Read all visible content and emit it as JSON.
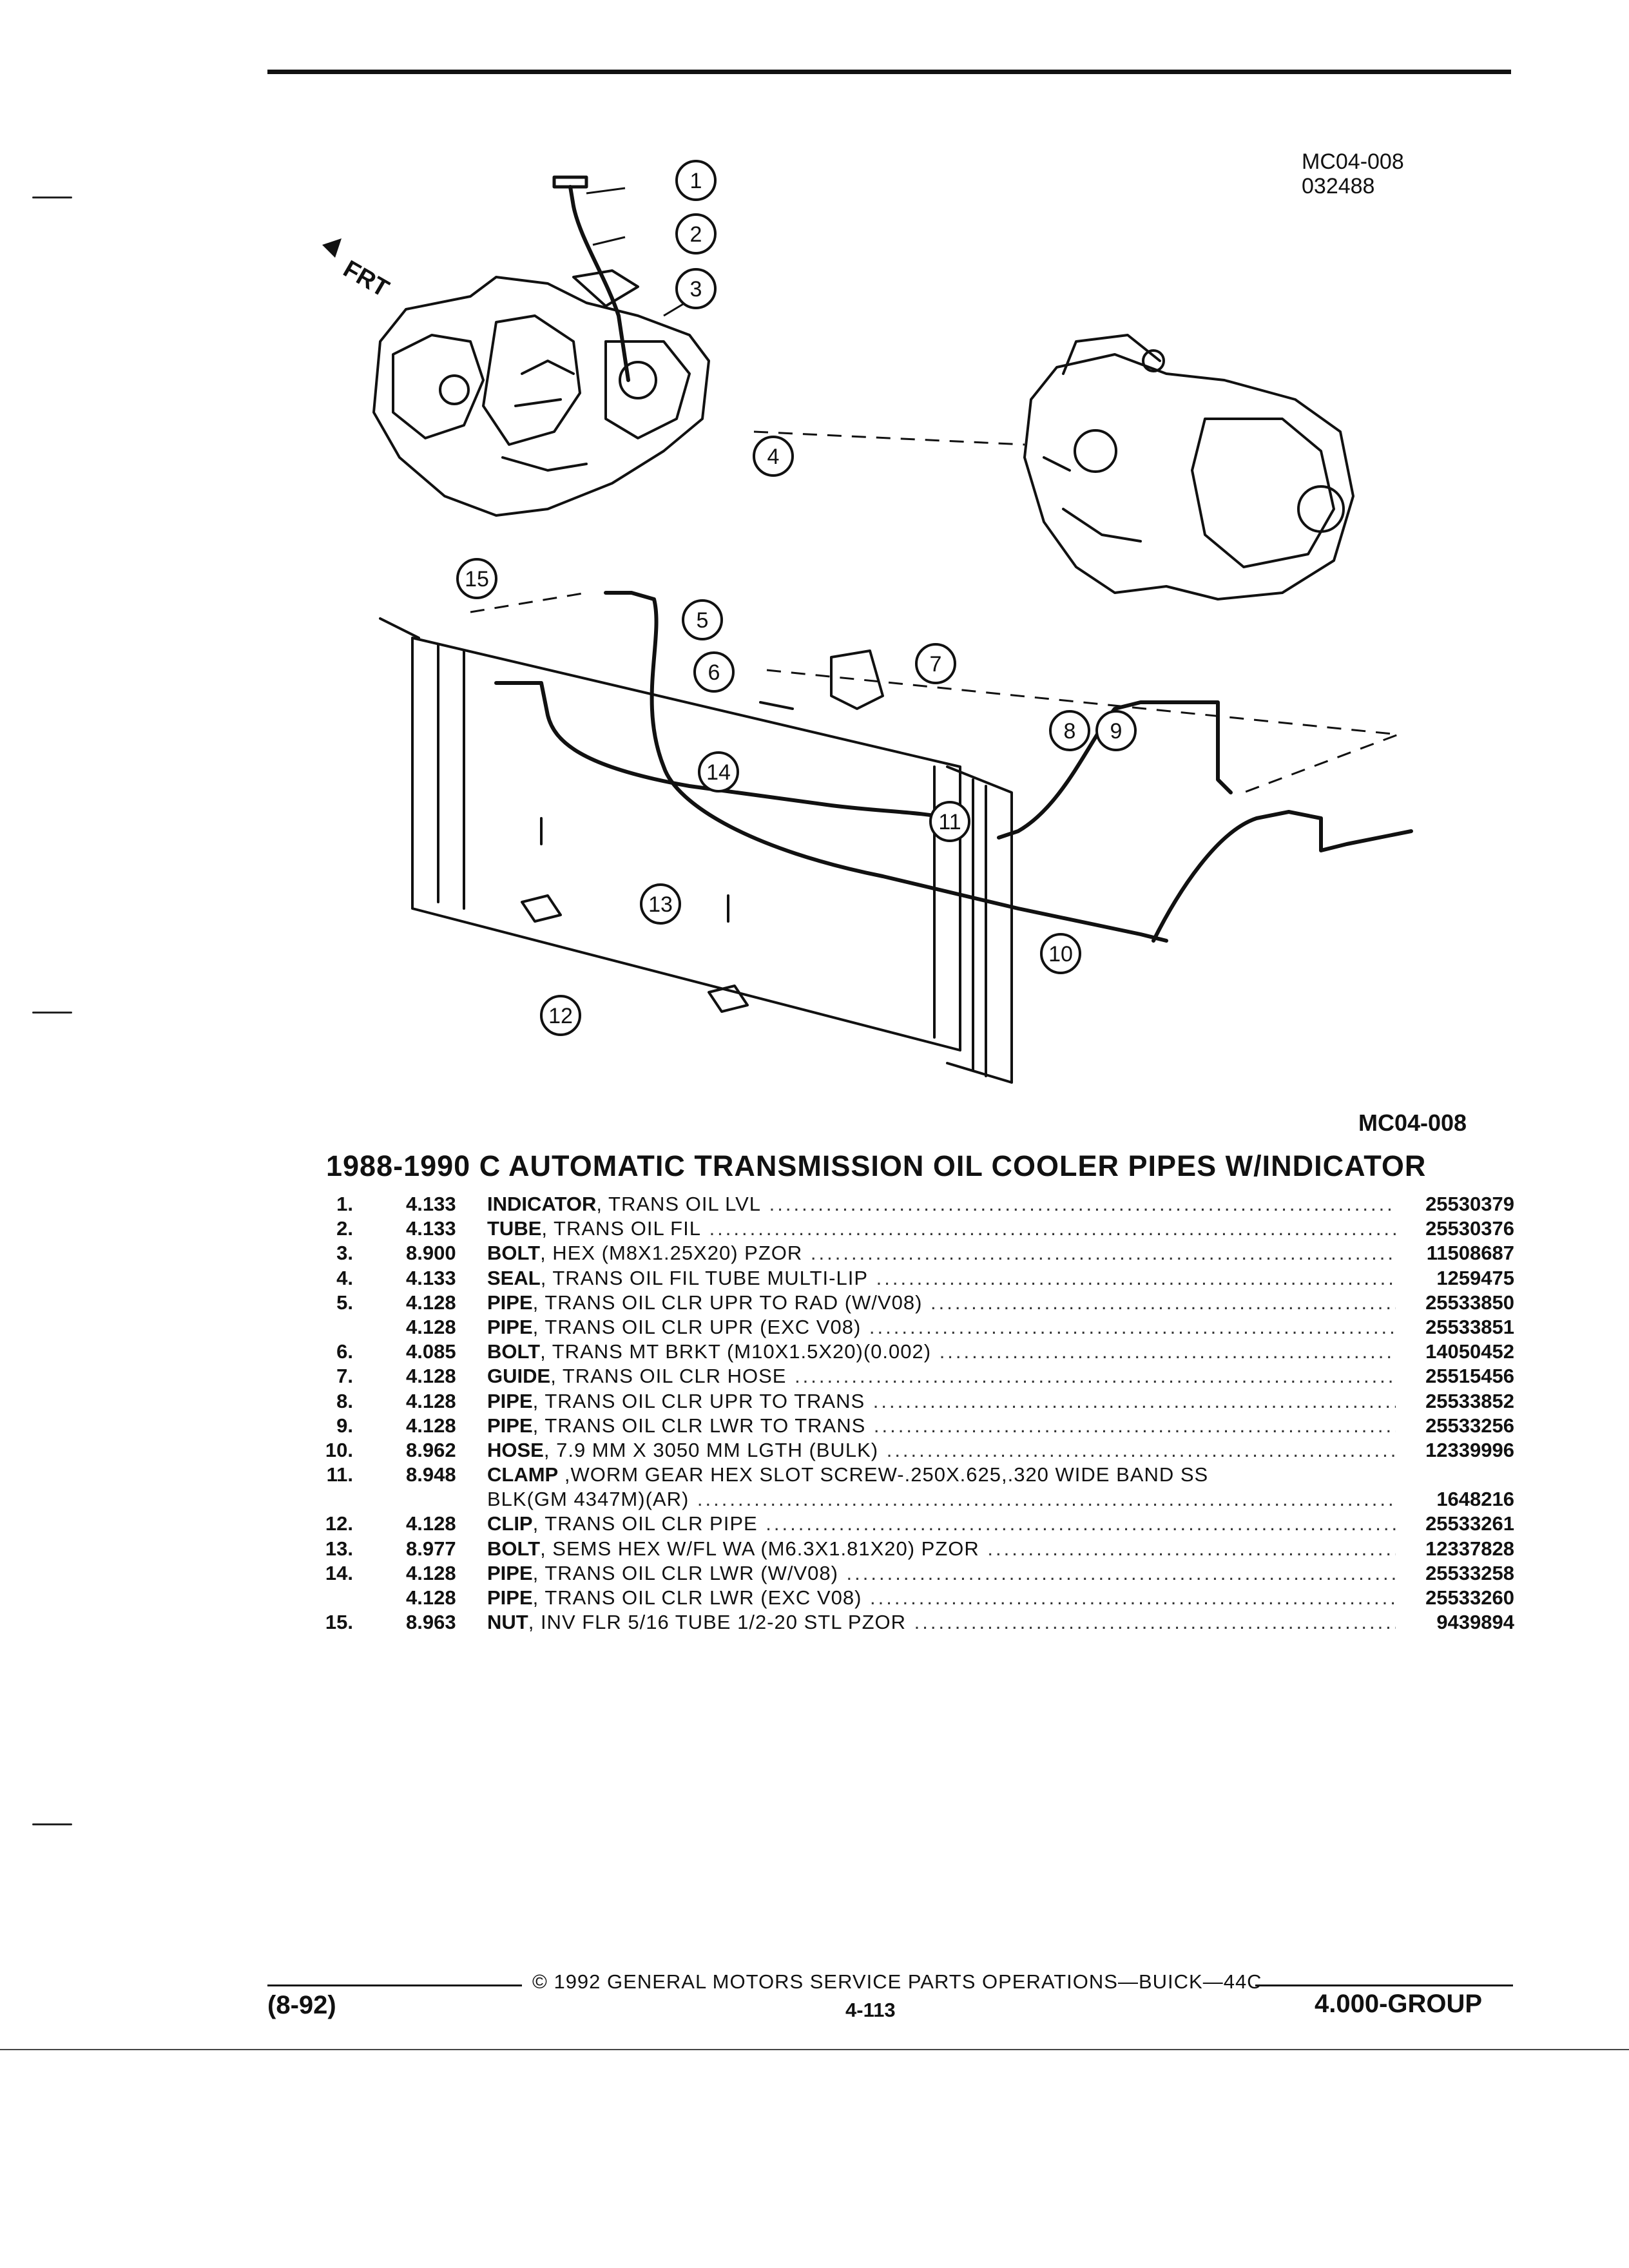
{
  "figure": {
    "id": "MC04-008",
    "date_code": "032488",
    "caption_id": "MC04-008",
    "front_label": "FRT",
    "callouts": [
      "1",
      "2",
      "3",
      "4",
      "5",
      "6",
      "7",
      "8",
      "9",
      "10",
      "11",
      "12",
      "13",
      "14",
      "15"
    ]
  },
  "section_title": "1988-1990 C AUTOMATIC TRANSMISSION OIL COOLER PIPES W/INDICATOR",
  "parts": [
    {
      "no": "1.",
      "group": "4.133",
      "name": "INDICATOR",
      "detail": ", TRANS OIL LVL",
      "part": "25530379"
    },
    {
      "no": "2.",
      "group": "4.133",
      "name": "TUBE",
      "detail": ", TRANS OIL FIL",
      "part": "25530376"
    },
    {
      "no": "3.",
      "group": "8.900",
      "name": "BOLT",
      "detail": ", HEX (M8X1.25X20) PZOR",
      "part": "11508687"
    },
    {
      "no": "4.",
      "group": "4.133",
      "name": "SEAL",
      "detail": ", TRANS OIL FIL TUBE MULTI-LIP",
      "part": "1259475"
    },
    {
      "no": "5.",
      "group": "4.128",
      "name": "PIPE",
      "detail": ", TRANS OIL CLR UPR TO RAD (W/V08)",
      "part": "25533850"
    },
    {
      "no": "",
      "group": "4.128",
      "name": "PIPE",
      "detail": ", TRANS OIL CLR UPR (EXC V08)",
      "part": "25533851"
    },
    {
      "no": "6.",
      "group": "4.085",
      "name": "BOLT",
      "detail": ", TRANS MT BRKT (M10X1.5X20)(0.002)",
      "part": "14050452"
    },
    {
      "no": "7.",
      "group": "4.128",
      "name": "GUIDE",
      "detail": ", TRANS OIL CLR HOSE",
      "part": "25515456"
    },
    {
      "no": "8.",
      "group": "4.128",
      "name": "PIPE",
      "detail": ", TRANS OIL CLR UPR TO TRANS",
      "part": "25533852"
    },
    {
      "no": "9.",
      "group": "4.128",
      "name": "PIPE",
      "detail": ", TRANS OIL CLR LWR TO TRANS",
      "part": "25533256"
    },
    {
      "no": "10.",
      "group": "8.962",
      "name": "HOSE",
      "detail": ", 7.9 MM X 3050 MM LGTH (BULK)",
      "part": "12339996"
    },
    {
      "no": "11.",
      "group": "8.948",
      "name": "CLAMP",
      "detail": " ,WORM GEAR HEX SLOT SCREW-.250X.625,.320 WIDE BAND SS",
      "part": ""
    },
    {
      "no": "",
      "group": "",
      "name": "",
      "detail": "BLK(GM 4347M)(AR)",
      "part": "1648216"
    },
    {
      "no": "12.",
      "group": "4.128",
      "name": "CLIP",
      "detail": ", TRANS OIL CLR PIPE",
      "part": "25533261"
    },
    {
      "no": "13.",
      "group": "8.977",
      "name": "BOLT",
      "detail": ", SEMS HEX W/FL WA (M6.3X1.81X20) PZOR",
      "part": "12337828"
    },
    {
      "no": "14.",
      "group": "4.128",
      "name": "PIPE",
      "detail": ", TRANS OIL CLR LWR (W/V08)",
      "part": "25533258"
    },
    {
      "no": "",
      "group": "4.128",
      "name": "PIPE",
      "detail": ", TRANS OIL CLR LWR (EXC V08)",
      "part": "25533260"
    },
    {
      "no": "15.",
      "group": "8.963",
      "name": "NUT",
      "detail": ", INV FLR 5/16 TUBE 1/2-20 STL PZOR",
      "part": "9439894"
    }
  ],
  "footer": {
    "copyright": "© 1992 GENERAL MOTORS SERVICE PARTS OPERATIONS—BUICK—44C",
    "page": "4-113",
    "date": "(8-92)",
    "group": "4.000-GROUP"
  }
}
